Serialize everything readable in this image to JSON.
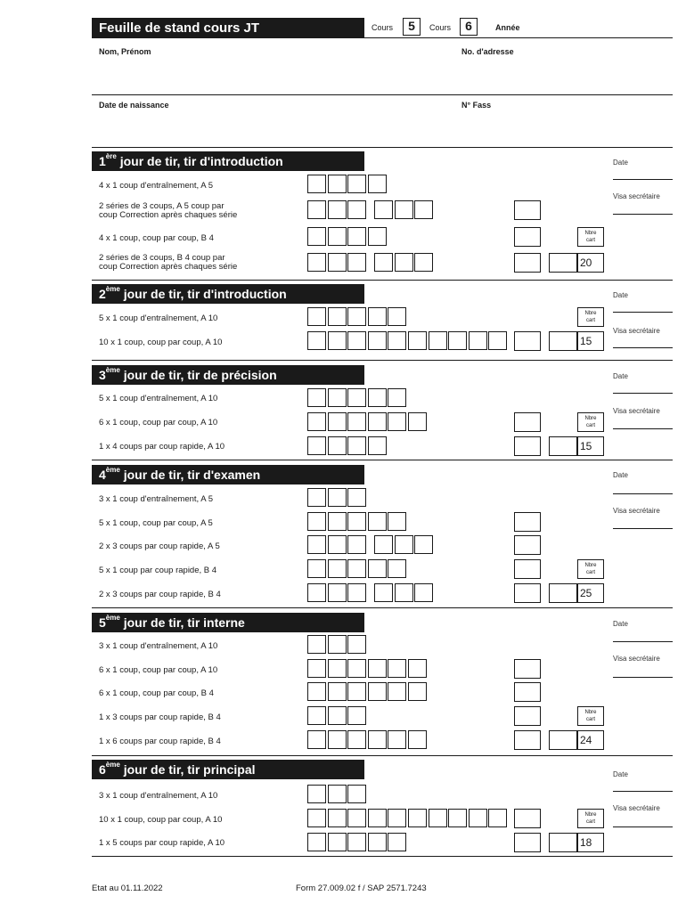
{
  "header": {
    "title": "Feuille de stand cours JT",
    "cours_label_1": "Cours",
    "cours_value_1": "5",
    "cours_label_2": "Cours",
    "cours_value_2": "6",
    "annee_label": "Année",
    "nom_label": "Nom, Prénom",
    "adresse_label": "No. d'adresse",
    "naissance_label": "Date de naissance",
    "fass_label": "N° Fass"
  },
  "side_labels": {
    "date": "Date",
    "visa": "Visa secrétaire"
  },
  "nbre_cart": {
    "line1": "Nbre",
    "line2": "cart"
  },
  "days": [
    {
      "sup": "ère",
      "num": "1",
      "title": "jour de tir, tir d'introduction",
      "rows": [
        {
          "label": "4 x 1 coup d'entraînement, A 5"
        },
        {
          "label1": "2 séries de 3 coups, A 5 coup par",
          "label2": "coup Correction après chaques série"
        },
        {
          "label": "4 x 1 coup, coup par coup, B 4"
        },
        {
          "label1": "2 séries de 3 coups, B 4 coup par",
          "label2": "coup Correction après chaques série"
        }
      ],
      "total": "20"
    },
    {
      "sup": "ème",
      "num": "2",
      "title": "jour de tir, tir d'introduction",
      "rows": [
        {
          "label": "5 x 1 coup d'entraînement, A 10"
        },
        {
          "label": "10 x 1 coup, coup par coup, A 10"
        }
      ],
      "total": "15"
    },
    {
      "sup": "ème",
      "num": "3",
      "title": "jour de tir, tir de précision",
      "rows": [
        {
          "label": "5 x 1 coup d'entraînement, A 10"
        },
        {
          "label": "6 x 1 coup, coup par coup, A 10"
        },
        {
          "label": "1 x 4 coups par coup rapide, A 10"
        }
      ],
      "total": "15"
    },
    {
      "sup": "ème",
      "num": "4",
      "title": "jour de tir, tir d'examen",
      "rows": [
        {
          "label": "3 x 1 coup d'entraînement, A 5"
        },
        {
          "label": "5 x 1 coup, coup par coup, A 5"
        },
        {
          "label": "2 x 3 coups par coup rapide, A 5"
        },
        {
          "label": "5 x 1 coup par coup rapide, B 4"
        },
        {
          "label": "2 x 3 coups par coup rapide, B 4"
        }
      ],
      "total": "25"
    },
    {
      "sup": "ème",
      "num": "5",
      "title": "jour de tir, tir interne",
      "rows": [
        {
          "label": "3 x 1 coup d'entraînement, A 10"
        },
        {
          "label": "6 x 1 coup, coup par coup, A 10"
        },
        {
          "label": "6 x 1 coup, coup par coup, B 4"
        },
        {
          "label": "1 x 3 coups par coup rapide, B 4"
        },
        {
          "label": "1 x 6 coups par coup rapide, B 4"
        }
      ],
      "total": "24"
    },
    {
      "sup": "ème",
      "num": "6",
      "title": "jour de tir, tir principal",
      "rows": [
        {
          "label": "3 x 1 coup d'entraînement, A 10"
        },
        {
          "label": "10 x 1 coup, coup par coup, A 10"
        },
        {
          "label": "1 x 5 coups par coup rapide, A 10"
        }
      ],
      "total": "18"
    }
  ],
  "footer": {
    "etat": "Etat au 01.11.2022",
    "form": "Form 27.009.02 f / SAP 2571.7243"
  }
}
